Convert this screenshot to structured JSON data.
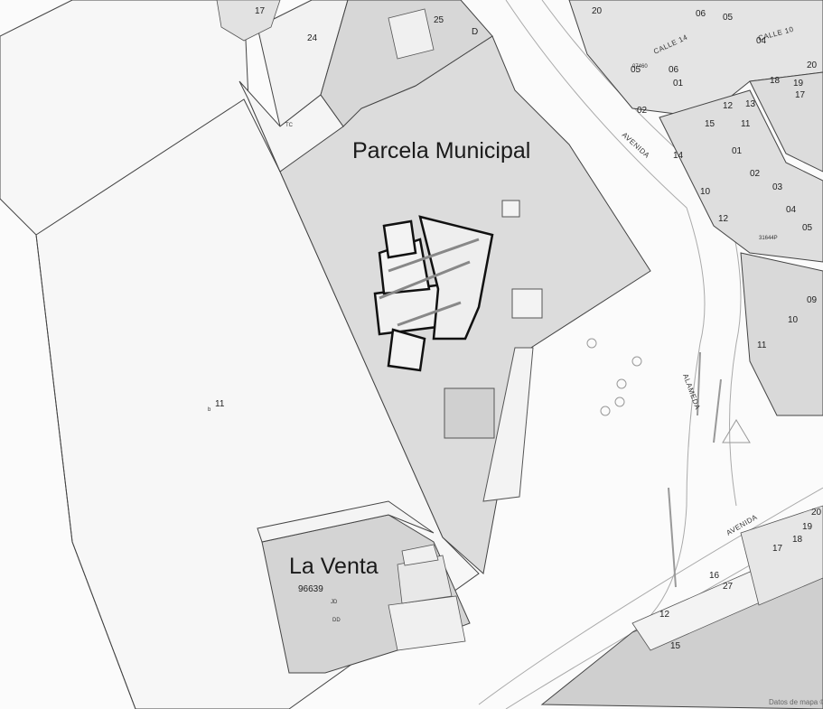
{
  "labels": {
    "parcela": "Parcela Municipal",
    "venta": "La Venta",
    "venta_ref": "96639",
    "venta_code1": "JD",
    "venta_code2": "DD",
    "parcel_11": "11",
    "parcel_11_prefix": "b",
    "parcel_24": "24",
    "parcel_25": "25",
    "parcel_17": "17",
    "tc": "TC",
    "d": "D"
  },
  "streets": {
    "avenida_top": "AVENIDA",
    "avenida_bottom": "AVENIDA",
    "alameda": "ALAMEDA",
    "calle14": "CALLE 14",
    "calle_top": "CALLE 10"
  },
  "block_numbers": {
    "n20a": "20",
    "n06a": "06",
    "n05a": "05",
    "n04a": "04",
    "n02a": "02",
    "n20b": "20",
    "n18": "18",
    "n19": "19",
    "n17a": "17",
    "n05b": "05",
    "n06b": "06",
    "n01a": "01",
    "n14": "14",
    "n15a": "15",
    "n11a": "11",
    "n12": "12",
    "n13": "13",
    "n01b": "01",
    "n02b": "02",
    "n03": "03",
    "n04b": "04",
    "n05c": "05",
    "n10a": "10",
    "n12b": "12",
    "n09": "09",
    "n10b": "10",
    "n11b": "11",
    "n20c": "20",
    "n19b": "19",
    "n18b": "18",
    "n17b": "17",
    "n16": "16",
    "n27": "27",
    "n15b": "15",
    "n12c": "12",
    "ref1": "31644P",
    "ref2": "07460"
  },
  "attribution": "Datos de mapa ©"
}
